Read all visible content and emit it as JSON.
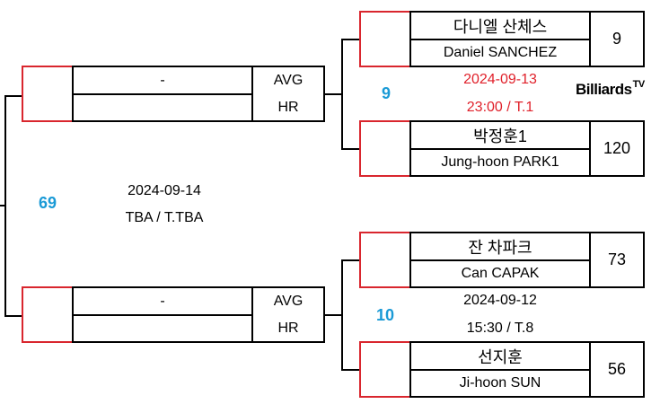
{
  "logo": {
    "main": "Billiards",
    "sup": "TV"
  },
  "final": {
    "score": "69",
    "date": "2024-09-14",
    "time_table": "TBA / T.TBA"
  },
  "semi_top": {
    "name": "-",
    "avg_label": "AVG",
    "hr_label": "HR"
  },
  "semi_bottom": {
    "name": "-",
    "avg_label": "AVG",
    "hr_label": "HR"
  },
  "qf_top": {
    "score": "9",
    "date": "2024-09-13",
    "time_table": "23:00 / T.1",
    "player1": {
      "name_ko": "다니엘 산체스",
      "name_en": "Daniel SANCHEZ",
      "score": "9"
    },
    "player2": {
      "name_ko": "박정훈1",
      "name_en": "Jung-hoon PARK1",
      "score": "120"
    }
  },
  "qf_bottom": {
    "score": "10",
    "date": "2024-09-12",
    "time_table": "15:30 / T.8",
    "player1": {
      "name_ko": "잔 차파크",
      "name_en": "Can CAPAK",
      "score": "73"
    },
    "player2": {
      "name_ko": "선지훈",
      "name_en": "Ji-hoon SUN",
      "score": "56"
    }
  }
}
